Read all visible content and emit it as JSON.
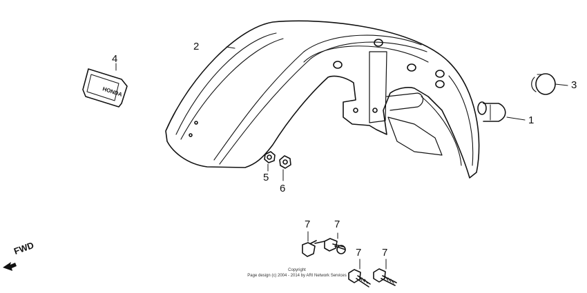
{
  "callouts": {
    "c1": "1",
    "c2": "2",
    "c3": "3",
    "c4": "4",
    "c5": "5",
    "c6": "6",
    "c7a": "7",
    "c7b": "7",
    "c7c": "7",
    "c7d": "7"
  },
  "direction": {
    "label": "FWD",
    "icon": "forward-arrow-icon"
  },
  "emblem": {
    "label": "HONDA"
  },
  "copyright": {
    "line1": "Copyright",
    "line2": "Page design (c) 2004 - 2014 by ARI Network Services"
  }
}
